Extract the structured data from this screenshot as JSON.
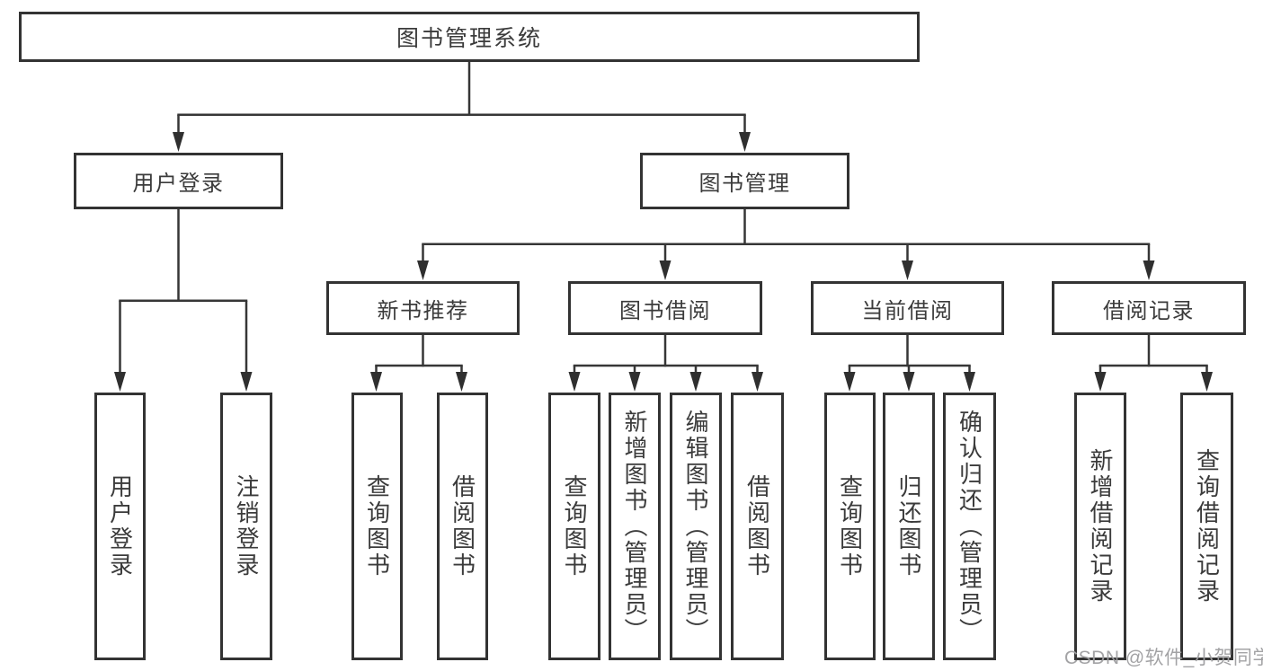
{
  "diagram": {
    "type": "hierarchy-tree",
    "root": {
      "label": "图书管理系统",
      "children": [
        {
          "label": "用户登录",
          "children": [
            {
              "label": "用户登录"
            },
            {
              "label": "注销登录"
            }
          ]
        },
        {
          "label": "图书管理",
          "children": [
            {
              "label": "新书推荐",
              "children": [
                {
                  "label": "查询图书"
                },
                {
                  "label": "借阅图书"
                }
              ]
            },
            {
              "label": "图书借阅",
              "children": [
                {
                  "label": "查询图书"
                },
                {
                  "label": "新增图书（管理员）"
                },
                {
                  "label": "编辑图书（管理员）"
                },
                {
                  "label": "借阅图书"
                }
              ]
            },
            {
              "label": "当前借阅",
              "children": [
                {
                  "label": "查询图书"
                },
                {
                  "label": "归还图书"
                },
                {
                  "label": "确认归还（管理员）"
                }
              ]
            },
            {
              "label": "借阅记录",
              "children": [
                {
                  "label": "新增借阅记录"
                },
                {
                  "label": "查询借阅记录"
                }
              ]
            }
          ]
        }
      ]
    }
  },
  "watermark": {
    "text": "CSDN @软件_小贺同学"
  },
  "colors": {
    "line": "#363636",
    "box_border": "#333333",
    "box_background": "#ffffff",
    "text": "#3b3b3b",
    "watermark": "#9e9ea0",
    "background": "#ffffff"
  }
}
